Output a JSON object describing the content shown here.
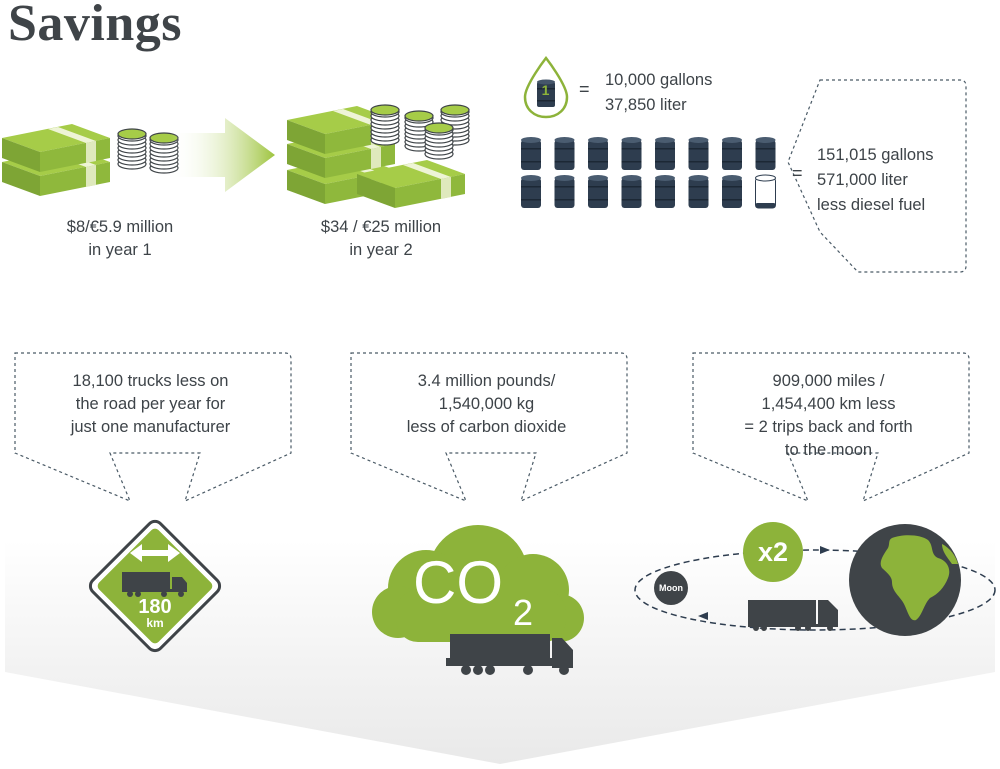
{
  "title": "Savings",
  "money": {
    "year1_line1": "$8/€5.9 million",
    "year1_line2": "in year 1",
    "year2_line1": "$34 / €25 million",
    "year2_line2": "in year 2"
  },
  "fuel": {
    "unit_barrel_label": "1",
    "equals": "=",
    "unit_line1": "10,000 gallons",
    "unit_line2": "37,850 liter",
    "total_line1": "151,015  gallons",
    "total_line2": "571,000  liter",
    "total_line3": "less diesel fuel",
    "full_barrels": 15,
    "partial_barrel_fill": 0.1
  },
  "trucks": {
    "line1": "18,100 trucks less on",
    "line2": "the road per year for",
    "line3": "just one manufacturer",
    "sign_value": "180",
    "sign_unit": "km"
  },
  "co2": {
    "line1": "3.4 million pounds/",
    "line2": "1,540,000 kg",
    "line3": "less of carbon dioxide",
    "cloud_text": "CO",
    "cloud_sub": "2"
  },
  "moon": {
    "line1": "909,000 miles /",
    "line2": "1,454,400 km less",
    "line3": "= 2 trips back and forth",
    "line4": "to the moon",
    "multiplier": "x2",
    "moon_label": "Moon"
  },
  "colors": {
    "green": "#8db33a",
    "dark": "#3f4448",
    "barrel": "#2e3d4f"
  }
}
